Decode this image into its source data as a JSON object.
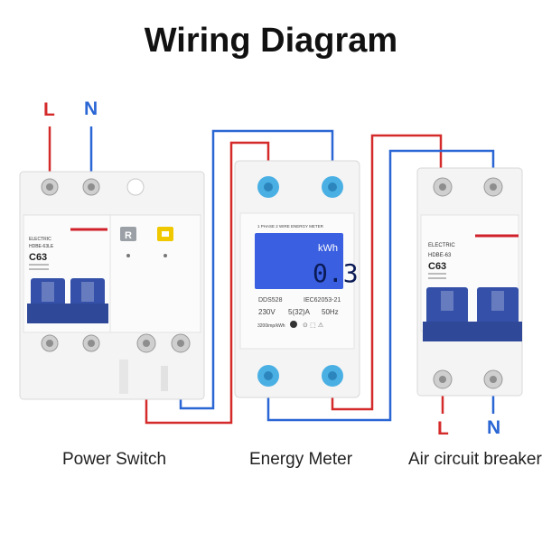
{
  "title": "Wiring Diagram",
  "terminals": {
    "left_top_l": "L",
    "left_top_n": "N",
    "right_bottom_l": "L",
    "right_bottom_n": "N"
  },
  "colors": {
    "line_live": "#d42a2a",
    "line_neutral": "#2a66d4",
    "breaker_handle": "#3550a8",
    "meter_terminal": "#4ab0e4",
    "lcd_background": "#3a5fe0",
    "red_stripe": "#d0202a",
    "yellow_button": "#f0c800"
  },
  "power_switch": {
    "caption": "Power Switch",
    "brand": "ELECTRIC",
    "model": "HDBE-63LE",
    "rating": "C63",
    "test_button": "R"
  },
  "energy_meter": {
    "caption": "Energy Meter",
    "header": "1 PHASE 2 WIRE ENERGY METER",
    "unit": "kWh",
    "reading": "0.3",
    "model": "DDS528",
    "standard": "IEC62053-21",
    "voltage": "230V",
    "current": "5(32)A",
    "frequency": "50Hz",
    "impulse": "3200imp/kWh"
  },
  "air_circuit_breaker": {
    "caption": "Air circuit breaker",
    "brand": "ELECTRIC",
    "model": "HDBE-63",
    "rating": "C63"
  }
}
